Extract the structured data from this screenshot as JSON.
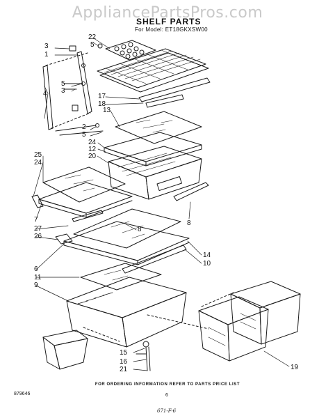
{
  "watermark": "AppliancePartsPros.com",
  "title": "SHELF PARTS",
  "model": "For Model: ET18GKXSW00",
  "footer": "FOR ORDERING INFORMATION REFER TO PARTS PRICE LIST",
  "doc_number": "879646",
  "page_number": "6",
  "handwritten_note": "671-F-6",
  "callouts": {
    "c22": "22",
    "c3a": "3",
    "c5a": "5",
    "c1": "1",
    "c17": "17",
    "c18": "18",
    "c4": "4",
    "c5b": "5",
    "c3b": "3",
    "c13": "13",
    "c2": "2",
    "c5c": "5",
    "c24a": "24",
    "c12": "12",
    "c20": "20",
    "c25": "25",
    "c24b": "24",
    "c8a": "8",
    "c7": "7",
    "c8b": "8",
    "c27": "27",
    "c26": "26",
    "c14": "14",
    "c6": "6",
    "c10": "10",
    "c11": "11",
    "c9": "9",
    "c15": "15",
    "c16": "16",
    "c21": "21",
    "c19": "19"
  }
}
